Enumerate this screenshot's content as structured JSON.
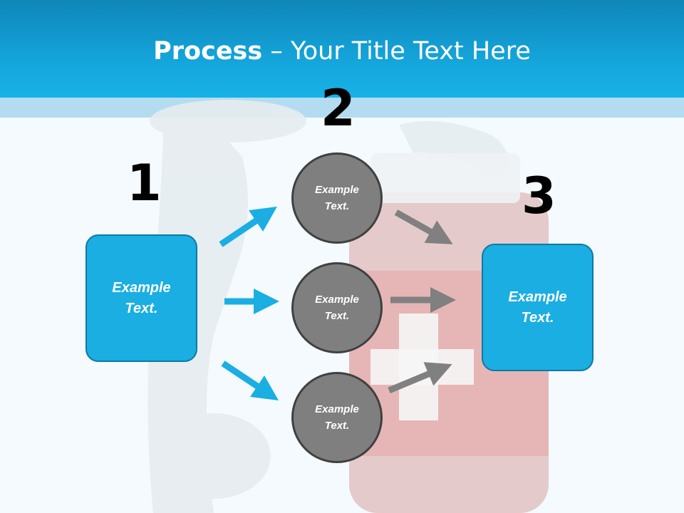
{
  "slide": {
    "title_bold": "Process",
    "title_rest": " – Your Title Text Here"
  },
  "steps": {
    "num1": "1",
    "num2": "2",
    "num3": "3"
  },
  "left_box": {
    "text": "Example\nText."
  },
  "right_box": {
    "text": "Example\nText."
  },
  "circles": [
    {
      "text": "Example\nText."
    },
    {
      "text": "Example\nText."
    },
    {
      "text": "Example\nText."
    }
  ],
  "colors": {
    "header": "#14a4da",
    "box": "#1aaee2",
    "circle": "#7f7f7f",
    "blue_arrow": "#1aaee2",
    "gray_arrow": "#808080"
  }
}
